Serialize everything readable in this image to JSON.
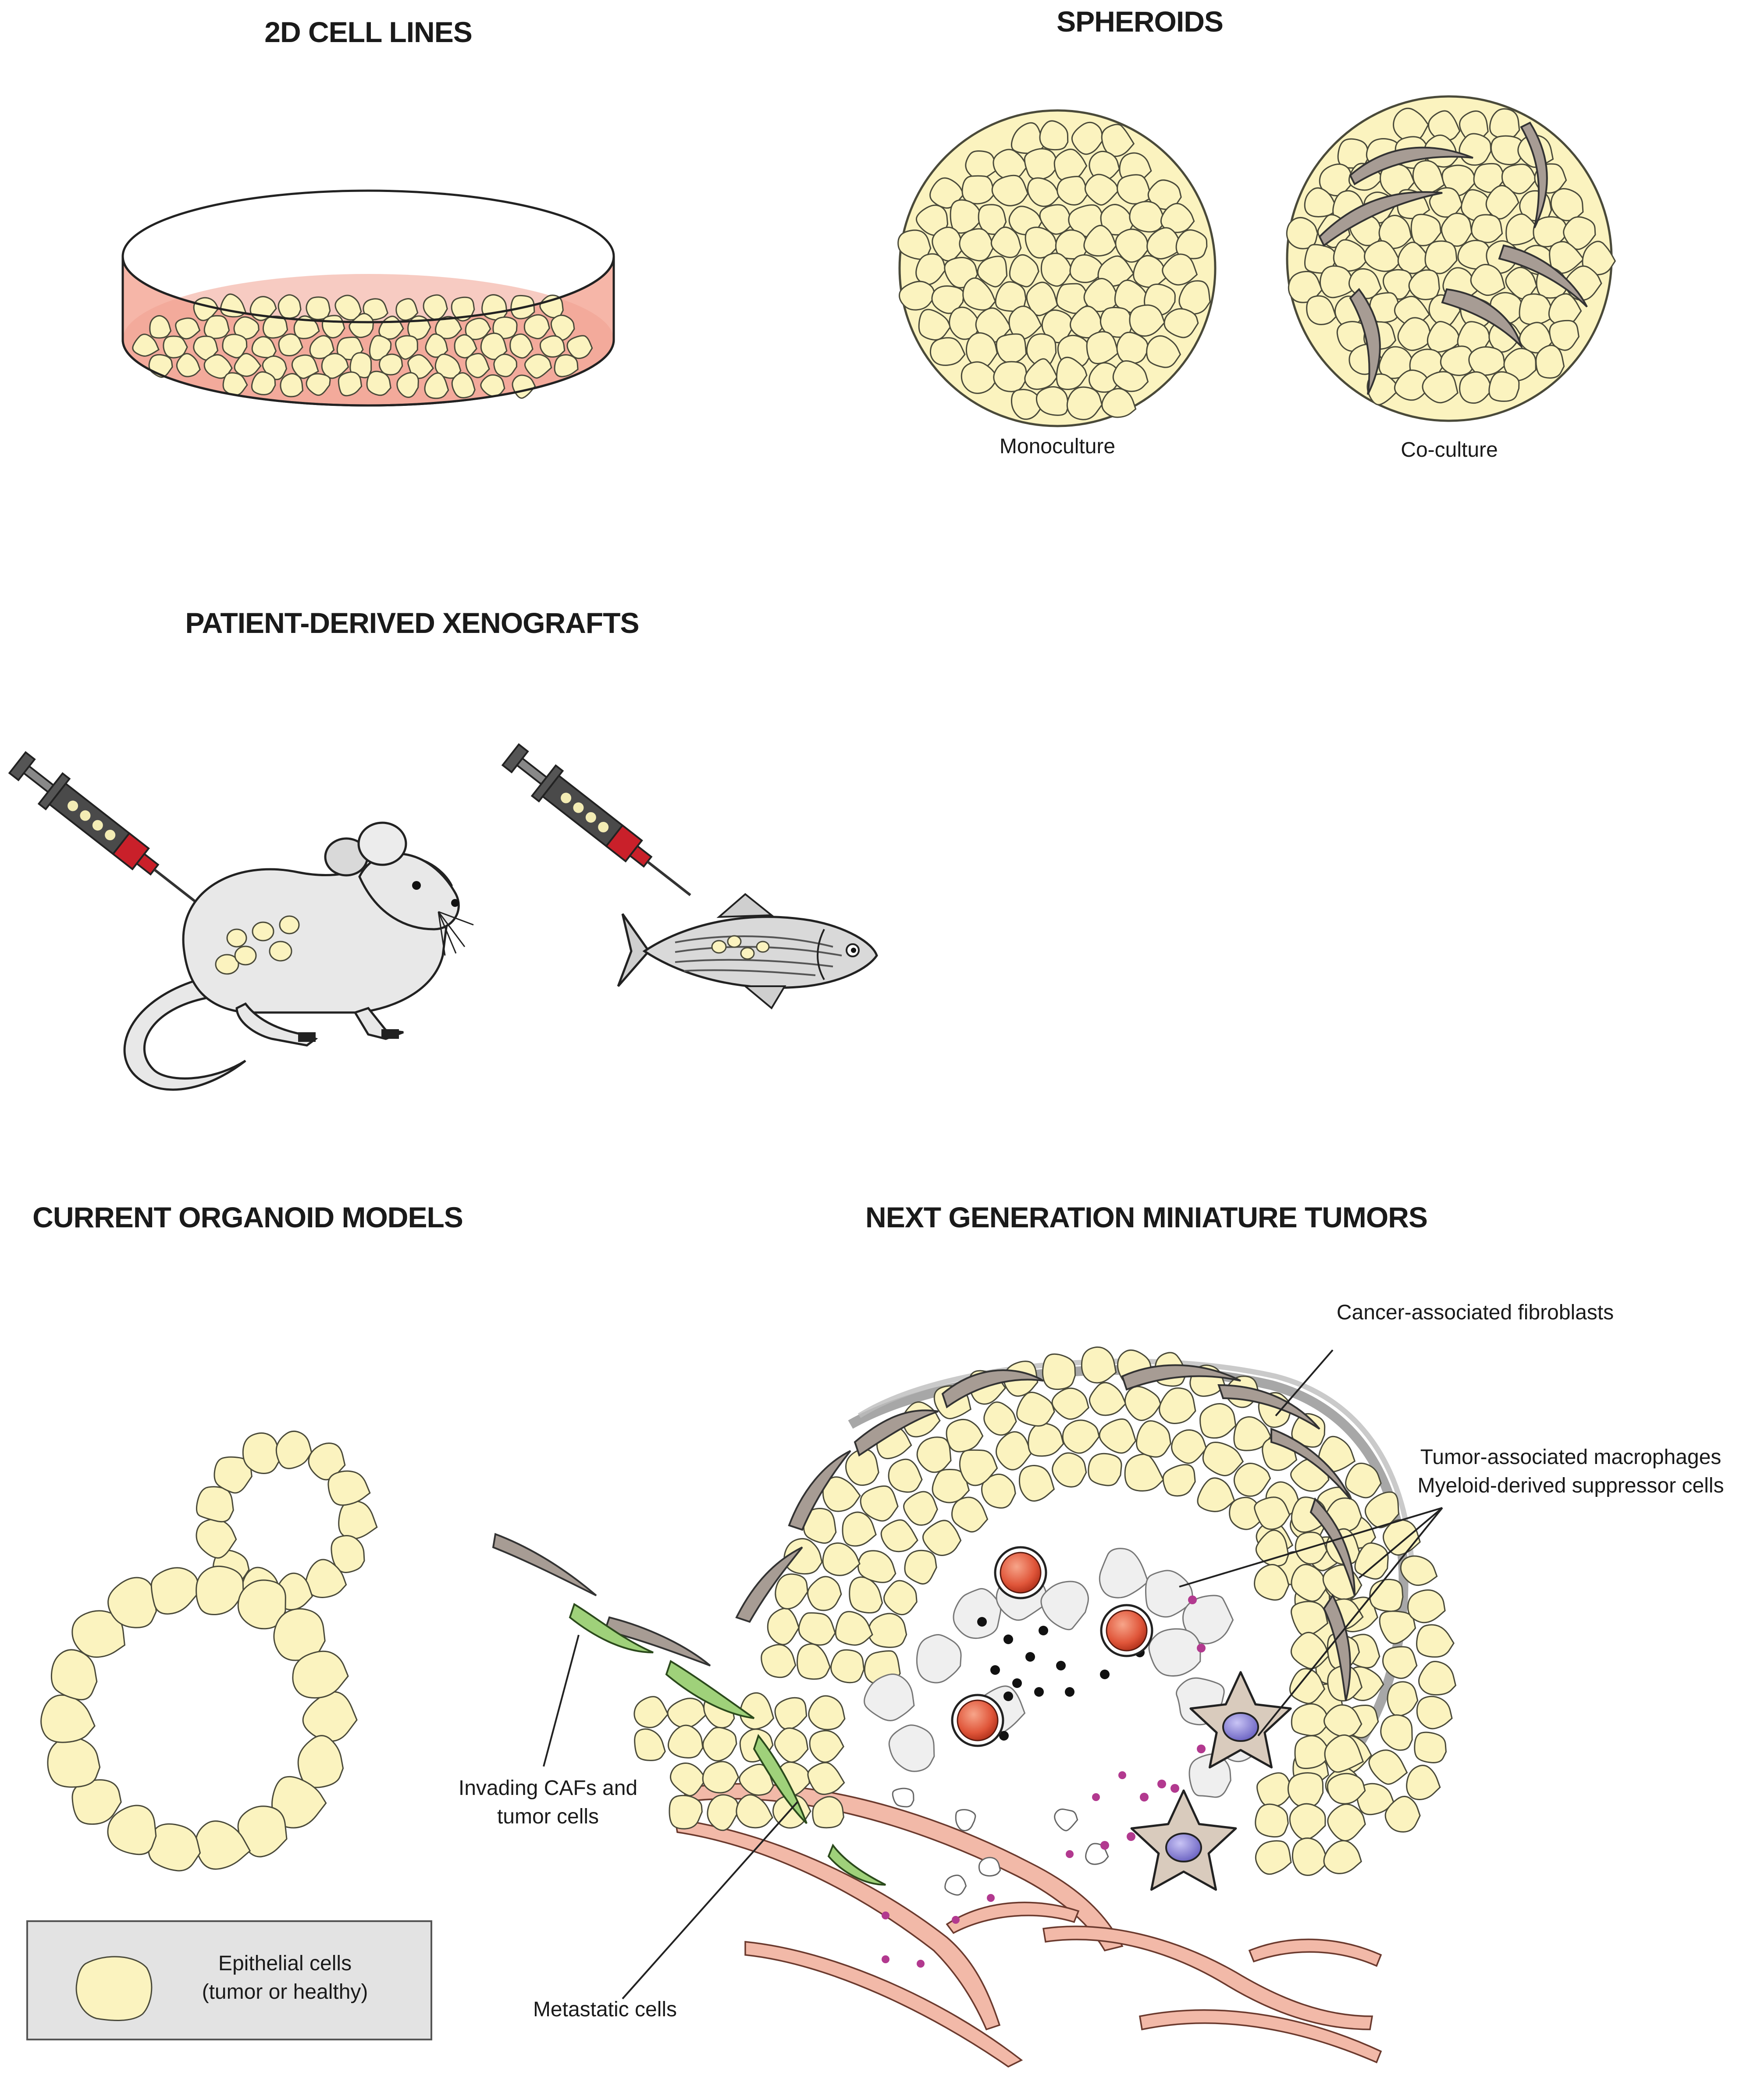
{
  "titles": {
    "cell_lines": "2D CELL LINES",
    "spheroids": "SPHEROIDS",
    "xenografts": "PATIENT-DERIVED XENOGRAFTS",
    "organoids": "CURRENT ORGANOID MODELS",
    "next_gen": "NEXT GENERATION MINIATURE TUMORS"
  },
  "spheroid_labels": {
    "mono": "Monoculture",
    "co": "Co-culture"
  },
  "tumor_labels": {
    "caf": "Cancer-associated fibroblasts",
    "tam": "Tumor-associated macrophages",
    "mdsc": "Myeloid-derived suppressor cells",
    "invading_line1": "Invading CAFs and",
    "invading_line2": "tumor cells",
    "metastatic": "Metastatic cells"
  },
  "legend": {
    "line1": "Epithelial cells",
    "line2": "(tumor or healthy)"
  },
  "colors": {
    "epithelial": "#fbf3bf",
    "medium": "#f6b6a8",
    "caf": "#a79c94",
    "invading_caf": "#9fd17a",
    "tumor_cell": "#e0563a",
    "macrophage": "#d9cbbd",
    "nucleus": "#8d86d6",
    "vessel": "#f2b9a8",
    "legend_bg": "#e3e3e3"
  }
}
